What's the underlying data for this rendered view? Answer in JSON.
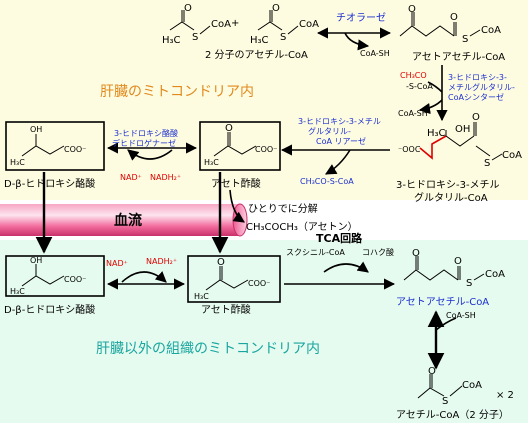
{
  "colors": {
    "liver_bg": "#fefce0",
    "other_bg": "#e6fbef",
    "blood_band": "#f26b9c",
    "liver_title": "#e08a1e",
    "other_title": "#1aa6a0",
    "enzyme_blue": "#1b2fd0",
    "accent_red": "#e00000"
  },
  "liver": {
    "title": "肝臓のミトコンドリア内",
    "acetyl_coa_2": "2 分子のアセチル-CoA",
    "thiolase": "チオラーゼ",
    "coa_sh_1": "CoA-SH",
    "acetoacetyl_coa": "アセトアセチル-CoA",
    "hmg_synthase": [
      "3-ヒドロキシ-3-",
      "メチルグルタリル-",
      "CoAシンターゼ"
    ],
    "ch3co_scoa_red": "CH₃CO",
    "ch3co_scoa_rest": "-S-CoA",
    "coa_sh_2": "CoA-SH",
    "hmg_lyase": [
      "3-ヒドロキシ-3-メチル",
      "グルタリル-",
      "CoA リアーゼ"
    ],
    "ch3co_scoa_blue": "CH₃CO-S-CoA",
    "hmg_coa": [
      "3-ヒドロキシ-3-メチル",
      "グルタリル-CoA"
    ],
    "bhb_dehydrogenase": [
      "3-ヒドロキシ酪酸",
      "デヒドロゲナーゼ"
    ],
    "nad": "NAD⁺",
    "nadh": "NADH₂⁺",
    "d_bhb": "D-β-ヒドロキシ酪酸",
    "acetoacetate": "アセト酢酸"
  },
  "blood": {
    "label": "血流",
    "spontaneous": "ひとりでに分解",
    "acetone": "CH₃COCH₃（アセトン）"
  },
  "other": {
    "title": "肝臓以外の組織のミトコンドリア内",
    "d_bhb": "D-β-ヒドロキシ酪酸",
    "acetoacetate": "アセト酢酸",
    "nad": "NAD⁺",
    "nadh": "NADH₂⁺",
    "tca": "TCA回路",
    "succinyl_coa": "スクシニル-CoA",
    "succinate": "コハク酸",
    "acetoacetyl_coa": "アセトアセチル-CoA",
    "coa_sh": "CoA-SH",
    "acetyl_coa_2": "アセチル-CoA（2 分子）",
    "times2": "× 2"
  },
  "chem": {
    "s": "S",
    "coa": "CoA",
    "h3c": "H₃C",
    "oh": "OH",
    "o": "O",
    "coo": "COO⁻",
    "ooc": "⁻OOC",
    "plus": "+"
  }
}
